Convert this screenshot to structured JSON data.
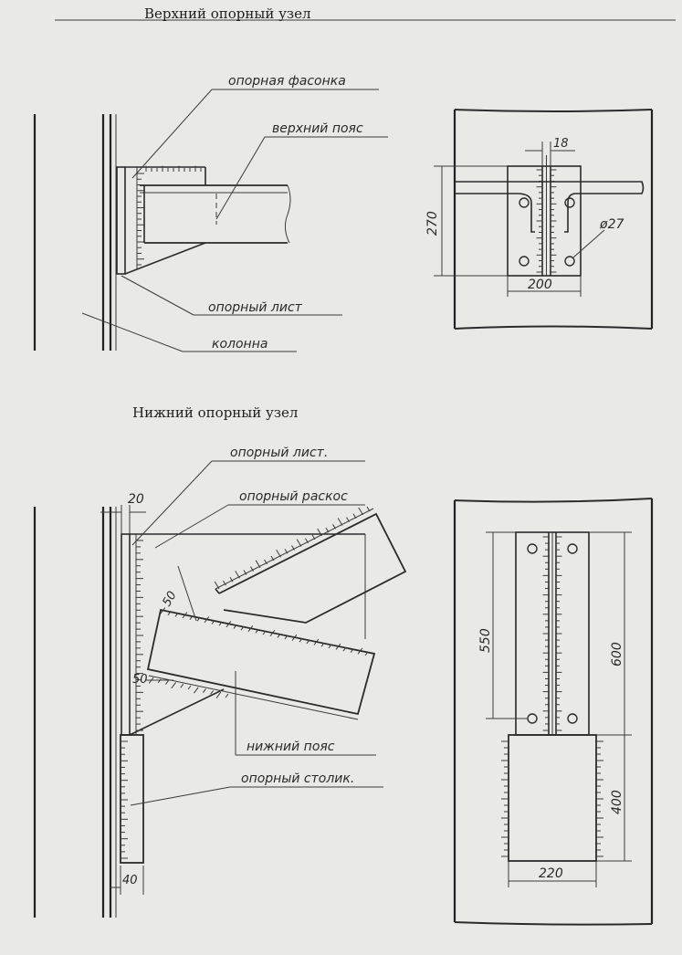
{
  "upper": {
    "title": "Верхний опорный узел",
    "labels": {
      "gusset": "опорная фасонка",
      "top_chord": "верхний пояс",
      "bearing_plate": "опорный лист",
      "column": "колонна"
    },
    "dims": {
      "d18": "18",
      "d270": "270",
      "d27": "ø27",
      "d200": "200"
    }
  },
  "lower": {
    "title": "Нижний опорный узел",
    "labels": {
      "bearing_plate": "опорный лист.",
      "diagonal": "опорный раскос",
      "bottom_chord": "нижний пояс",
      "seat": "опорный столик."
    },
    "dims": {
      "d20": "20",
      "d50a": "50",
      "d50b": "50",
      "d40": "40",
      "d550": "550",
      "d600": "600",
      "d400": "400",
      "d220": "220"
    }
  }
}
